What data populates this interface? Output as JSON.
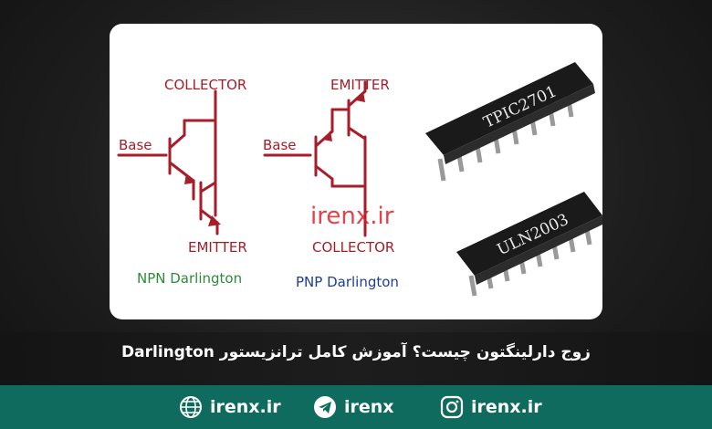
{
  "diagram": {
    "npn": {
      "collector": "COLLECTOR",
      "base": "Base",
      "emitter": "EMITTER",
      "caption": "NPN Darlington"
    },
    "pnp": {
      "emitter": "EMITTER",
      "base": "Base",
      "collector": "COLLECTOR",
      "caption": "PNP Darlington"
    },
    "chips": [
      "TPIC2701",
      "ULN2003"
    ],
    "watermark": "irenx.ir"
  },
  "title": "زوج دارلینگتون چیست؟ آموزش کامل ترانزیستور Darlington",
  "footer": {
    "website": "irenx.ir",
    "telegram": "irenx",
    "instagram": "irenx.ir"
  },
  "colors": {
    "footer_bar": "#0f6b5e",
    "circuit_line": "#a51e2a",
    "caption_npn": "#2e8b3a",
    "caption_pnp": "#1d3f8f",
    "watermark": "#e0202a"
  }
}
